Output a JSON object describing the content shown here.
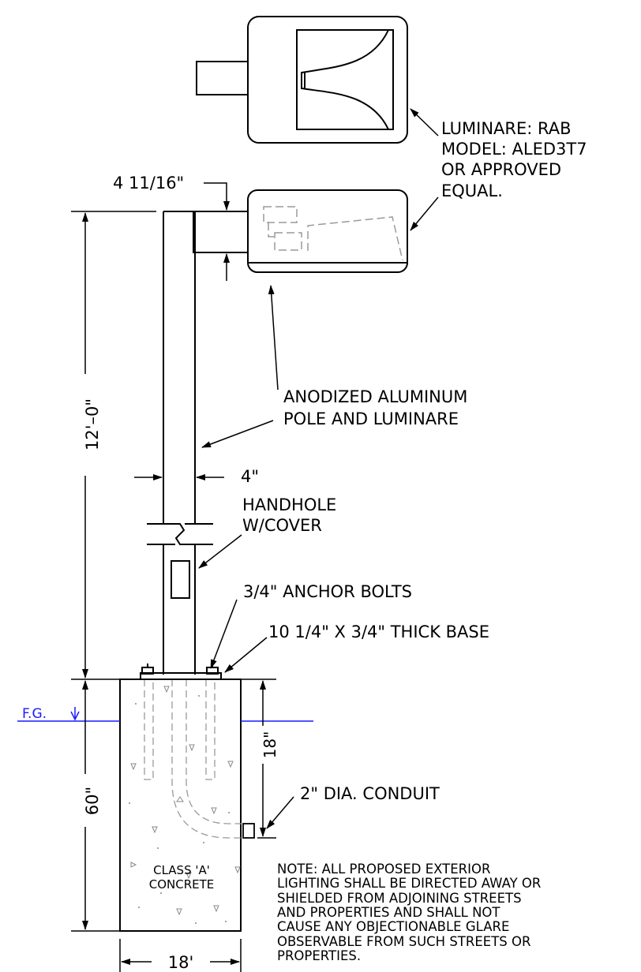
{
  "labels": {
    "luminaire_spec": [
      "LUMINARE: RAB",
      "MODEL: ALED3T7",
      "OR APPROVED",
      "EQUAL."
    ],
    "arm_dim": "4 11/16\"",
    "pole_height": "12'–0\"",
    "pole_material": [
      "ANODIZED ALUMINUM",
      "POLE AND LUMINARE"
    ],
    "pole_width": "4\"",
    "handhole": [
      "HANDHOLE",
      "W/COVER"
    ],
    "anchor_bolts": "3/4\" ANCHOR BOLTS",
    "base_plate": "10 1/4\" X 3/4\" THICK BASE",
    "grade": "F.G.",
    "depth_18": "18\"",
    "conduit": "2\"   DIA. CONDUIT",
    "footing_depth": "60\"",
    "concrete": [
      "CLASS 'A'",
      "CONCRETE"
    ],
    "footing_width": "18'",
    "note": [
      "NOTE: ALL PROPOSED EXTERIOR",
      "LIGHTING SHALL BE DIRECTED AWAY OR",
      "SHIELDED  FROM ADJOINING STREETS",
      "AND PROPERTIES AND SHALL NOT",
      "CAUSE ANY  OBJECTIONABLE GLARE",
      "OBSERVABLE FROM SUCH STREETS OR",
      "PROPERTIES."
    ]
  },
  "colors": {
    "line": "#000000",
    "grade_line": "#1a1aff",
    "hidden": "#9a9a9a"
  }
}
